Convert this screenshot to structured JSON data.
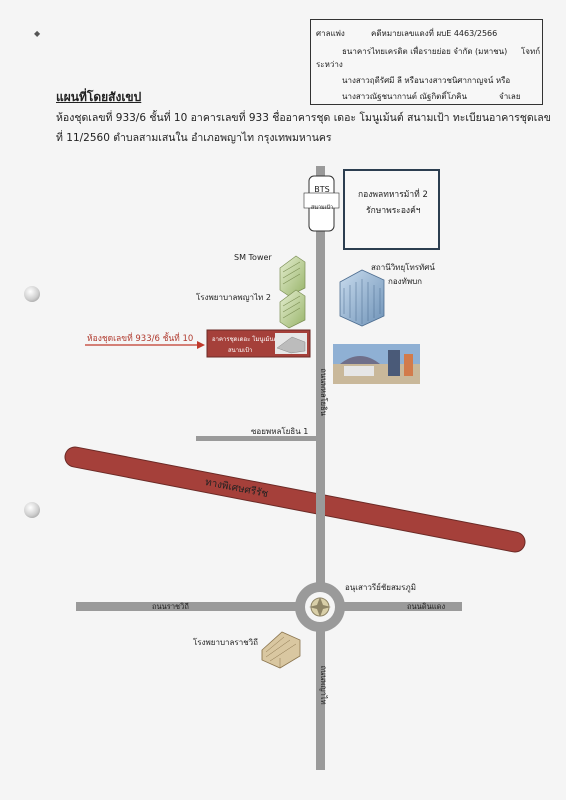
{
  "case_box": {
    "court": "ศาลแพ่ง",
    "case_no": "คดีหมายเลขแดงที่ ผบE 4463/2566",
    "plaintiff": "ธนาคารไทยเครดิต เพื่อรายย่อย จำกัด (มหาชน)",
    "plaintiff_role": "โจทก์",
    "between": "ระหว่าง",
    "defendant1": "นางสาวฤดีรัศมี  ลี หรือนางสาวชนิศากาญจน์ หรือ",
    "defendant2": "นางสาวณัฐชนากานต์  ณัฐกิตติ์โภคิน",
    "defendant_role": "จำเลย"
  },
  "title": "แผนที่โดยสังเขป",
  "description": "ห้องชุดเลขที่ 933/6 ชั้นที่ 10 อาคารเลขที่ 933 ชื่ออาคารชุด เดอะ โมนูเม้นต์ สนามเป้า ทะเบียนอาคารชุดเลขที่ 11/2560 ตำบลสามเสนใน อำเภอพญาไท กรุงเทพมหานคร",
  "map": {
    "bts_label": "BTS",
    "bts_station": "สนามเป้า",
    "army_line1": "กองพลทหารม้าที่ 2",
    "army_line2": "รักษาพระองค์ฯ",
    "sm_tower": "SM Tower",
    "phyathai2": "โรงพยาบาลพญาไท 2",
    "tv5_line1": "สถานีวิทยุโทรทัศน์",
    "tv5_line2": "กองทัพบก",
    "unit_label": "ห้องชุดเลขที่ 933/6 ชั้นที่ 10",
    "condo_line1": "อาคารชุดเดอะ โมนูเม้นต์",
    "condo_line2": "สนามเป้า",
    "phahon_road": "ถนนพหลโยธิน",
    "soi_phahon1": "ซอยพหลโยธิน 1",
    "expressway": "ทางพิเศษศรีรัช",
    "monument": "อนุเสาวรีย์ชัยสมรภูมิ",
    "ratchawithi_road": "ถนนราชวิถี",
    "dindaeng_road": "ถนนดินแดง",
    "phayathai_road": "ถนนพญาไท",
    "ratchawithi_hospital": "โรงพยาบาลราชวิถี"
  },
  "colors": {
    "road": "#9a9a9a",
    "expressway": "#a5403a",
    "expressway_outline": "#6b2a26",
    "condo_box": "#a5403a",
    "arrow": "#c0392b",
    "unit_text": "#b03a2e"
  }
}
